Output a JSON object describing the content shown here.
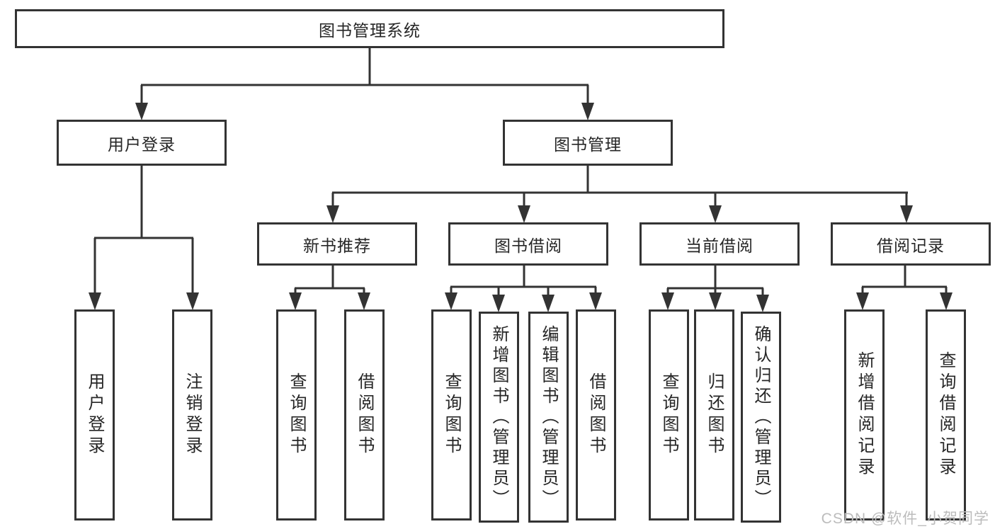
{
  "diagram": {
    "root": {
      "label": "图书管理系统"
    },
    "branches": [
      {
        "label": "用户登录",
        "children": [
          {
            "label": "用户登录"
          },
          {
            "label": "注销登录"
          }
        ]
      },
      {
        "label": "图书管理",
        "children": [
          {
            "label": "新书推荐",
            "children": [
              {
                "label": "查询图书"
              },
              {
                "label": "借阅图书"
              }
            ]
          },
          {
            "label": "图书借阅",
            "children": [
              {
                "label": "查询图书"
              },
              {
                "label": "新增图书（管理员）"
              },
              {
                "label": "编辑图书（管理员）"
              },
              {
                "label": "借阅图书"
              }
            ]
          },
          {
            "label": "当前借阅",
            "children": [
              {
                "label": "查询图书"
              },
              {
                "label": "归还图书"
              },
              {
                "label": "确认归还（管理员）"
              }
            ]
          },
          {
            "label": "借阅记录",
            "children": [
              {
                "label": "新增借阅记录"
              },
              {
                "label": "查询借阅记录"
              }
            ]
          }
        ]
      }
    ]
  },
  "watermark": {
    "text": "CSDN @软件_小贺同学"
  },
  "colors": {
    "line": "#333333",
    "text": "#262626",
    "watermark": "#bcbcbc",
    "background": "#ffffff"
  }
}
